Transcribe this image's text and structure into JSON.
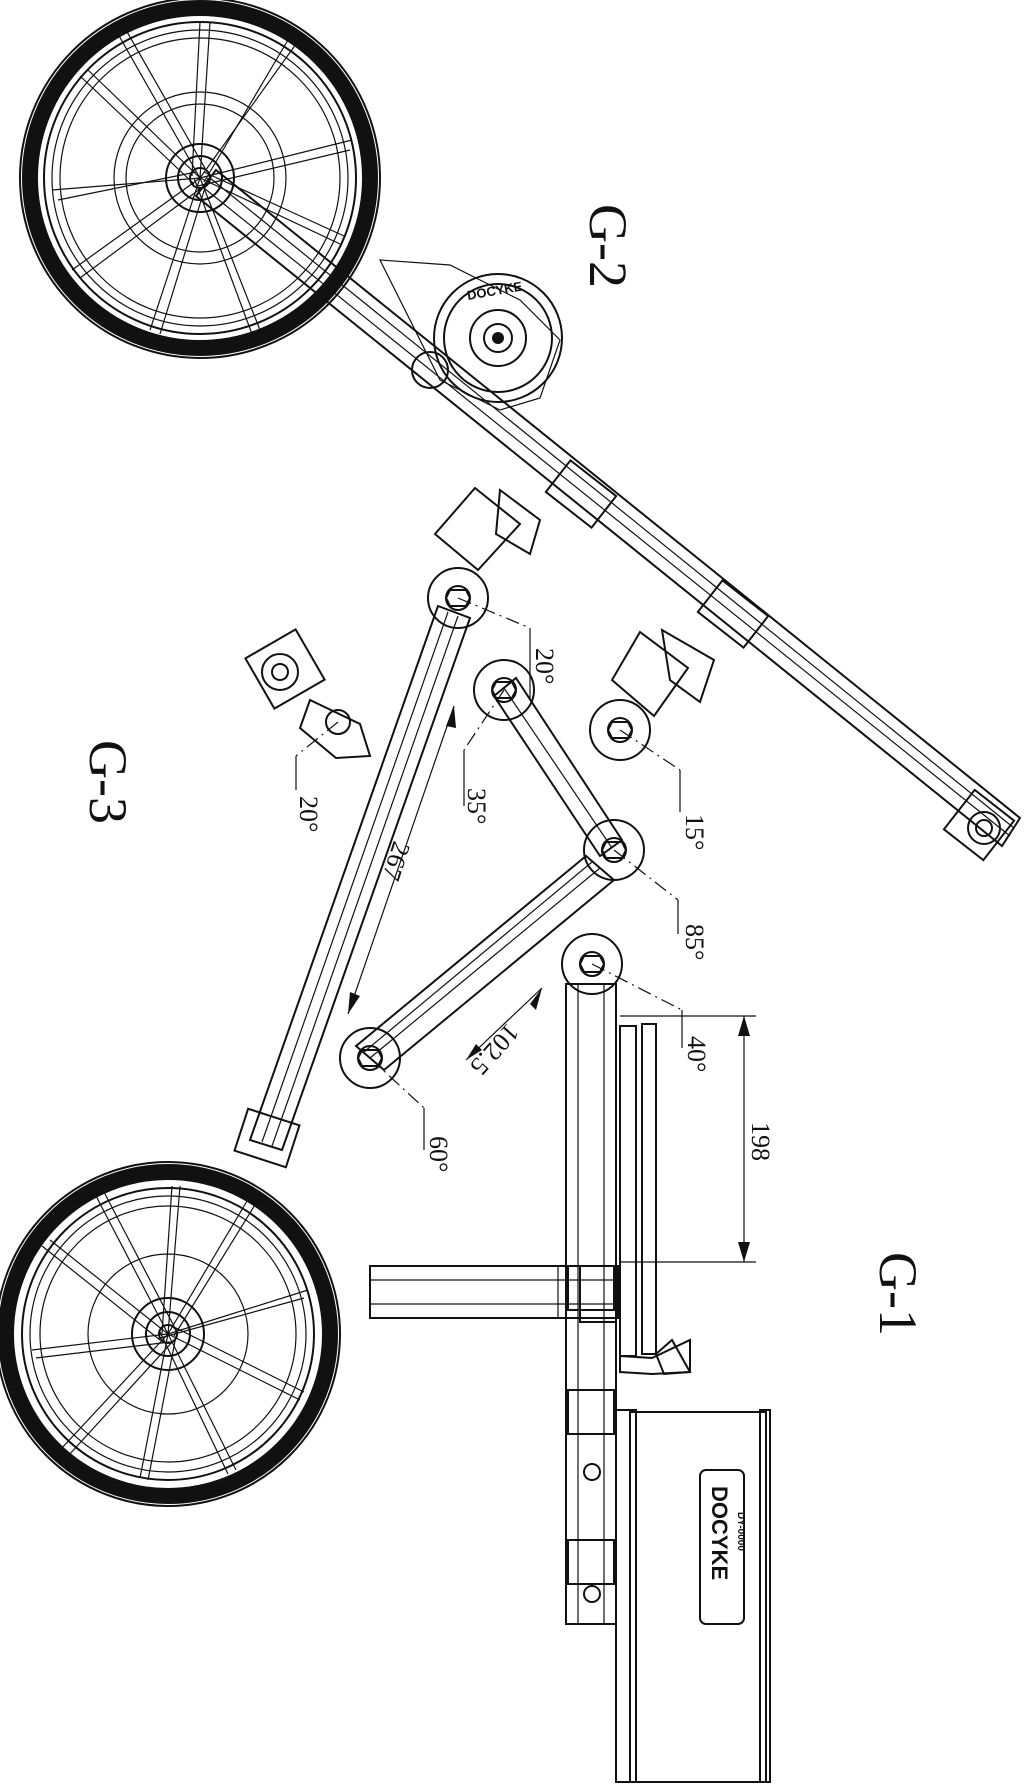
{
  "groups": {
    "g1": "G-1",
    "g2": "G-2",
    "g3": "G-3"
  },
  "angles": {
    "a20_upper": "20°",
    "a20_left": "20°",
    "a35": "35°",
    "a15": "15°",
    "a85": "85°",
    "a40": "40°",
    "a60": "60°"
  },
  "dimensions": {
    "d267": "267",
    "d102_5": "102.5",
    "d198": "198"
  },
  "branding": {
    "box_logo": "DOCYKE",
    "box_model": "DY-0000",
    "hub_logo": "DOCYKE"
  }
}
